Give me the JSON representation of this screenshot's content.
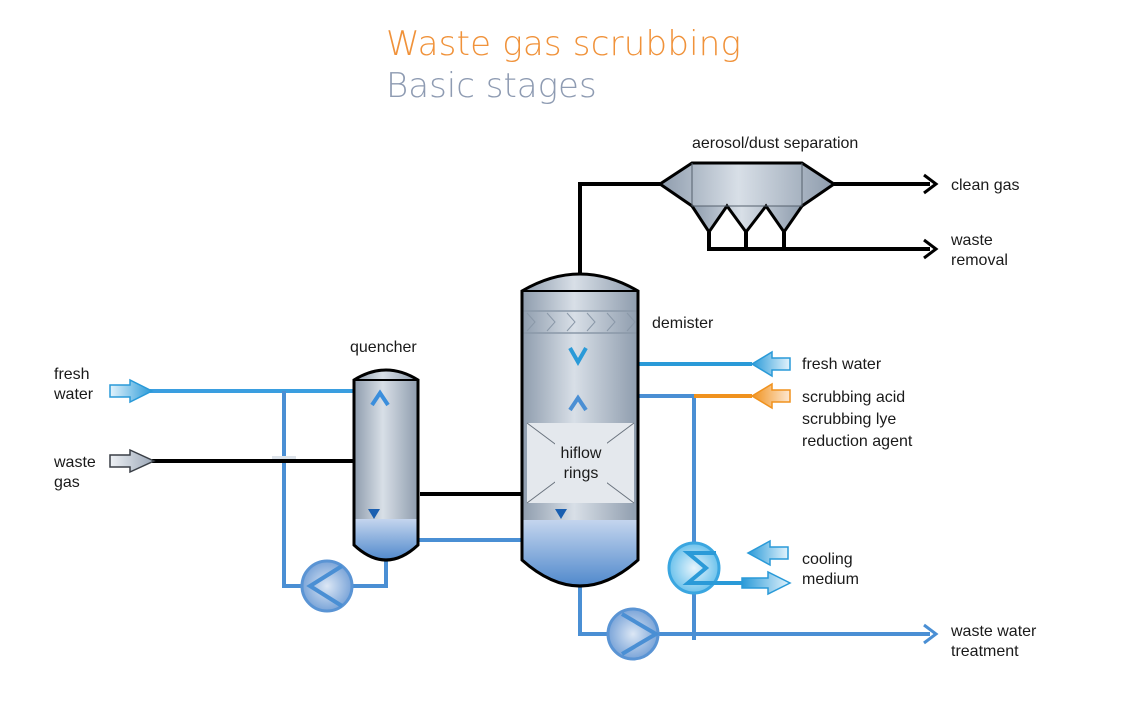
{
  "header": {
    "title": "Waste gas scrubbing",
    "subtitle": "Basic stages"
  },
  "colors": {
    "title": "#f0923a",
    "subtitle": "#8e9bb2",
    "water_line": "#2a9ad8",
    "liquid_line": "#4a8fd4",
    "gas_line": "#000000",
    "acid_line": "#f0921e",
    "vessel_fill": "#b8c4d2",
    "liquid_fill": "#6c9fd8"
  },
  "labels": {
    "aerosol": "aerosol/dust separation",
    "clean_gas": "clean gas",
    "waste_removal_1": "waste",
    "waste_removal_2": "removal",
    "demister": "demister",
    "quencher": "quencher",
    "fresh_water_left_1": "fresh",
    "fresh_water_left_2": "water",
    "waste_gas_1": "waste",
    "waste_gas_2": "gas",
    "fresh_water_right": "fresh water",
    "reagent_1": "scrubbing acid",
    "reagent_2": "scrubbing lye",
    "reagent_3": "reduction agent",
    "hiflow_1": "hiflow",
    "hiflow_2": "rings",
    "cooling_1": "cooling",
    "cooling_2": "medium",
    "wwt_1": "waste water",
    "wwt_2": "treatment"
  }
}
